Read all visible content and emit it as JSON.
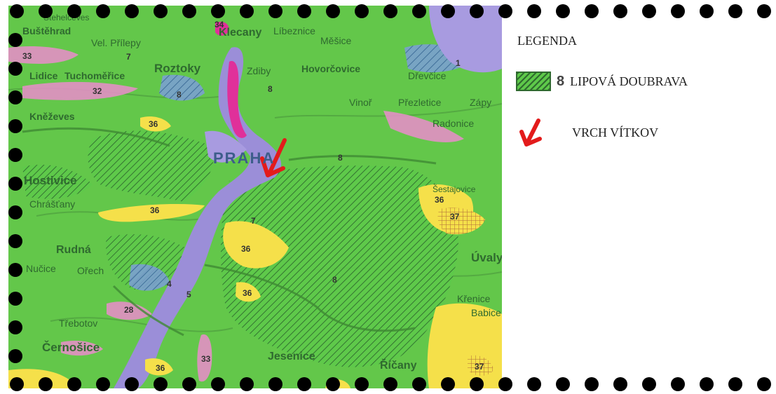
{
  "legend": {
    "title": "LEGENDA",
    "items": [
      {
        "swatch": "hatched-green",
        "number": "8",
        "label": "LIPOVÁ DOUBRAVA"
      },
      {
        "swatch": "red-arrow-icon",
        "label": "VRCH VÍTKOV"
      }
    ]
  },
  "map": {
    "colors": {
      "base_green": "#63c74a",
      "hatch_green": "#2f6a2f",
      "river_purple": "#9b8ed8",
      "yellow_zone": "#f5e04a",
      "pink_zone": "#e28fc4",
      "magenta_zone": "#e0309a",
      "arrow_red": "#e31b1b"
    },
    "place_labels": {
      "bustehrad": "Buštěhrad",
      "stehelceves": "Stehelčeves",
      "velprilepy": "Vel. Přílepy",
      "klecany": "Klecany",
      "libeznice": "Líbeznice",
      "mesice": "Měšice",
      "roztoky": "Roztoky",
      "lidice": "Lidice",
      "tuchomerice": "Tuchoměřice",
      "zdiby": "Zdiby",
      "hovorcovice": "Hovorčovice",
      "drevcice": "Dřevčice",
      "knezeves": "Kněževes",
      "vinor": "Vinoř",
      "prezletice": "Přezletice",
      "radonice": "Radonice",
      "zapy": "Zápy",
      "praha": "PRAHA",
      "hostivice": "Hostivice",
      "chrustany": "Chrášťany",
      "rudna": "Rudná",
      "nucice": "Nučice",
      "orech": "Ořech",
      "trebotov": "Třebotov",
      "cernosice": "Černošice",
      "jesenice": "Jesenice",
      "ricany": "Říčany",
      "uvaly": "Úvaly",
      "krenice": "Křenice",
      "babice": "Babice",
      "sestajovice": "Šestajovice"
    },
    "zone_numbers": [
      "34",
      "33",
      "32",
      "36",
      "36",
      "36",
      "36",
      "37",
      "36",
      "28",
      "33",
      "36",
      "37",
      "8",
      "8",
      "8",
      "8",
      "7",
      "7",
      "5",
      "4",
      "1"
    ]
  }
}
